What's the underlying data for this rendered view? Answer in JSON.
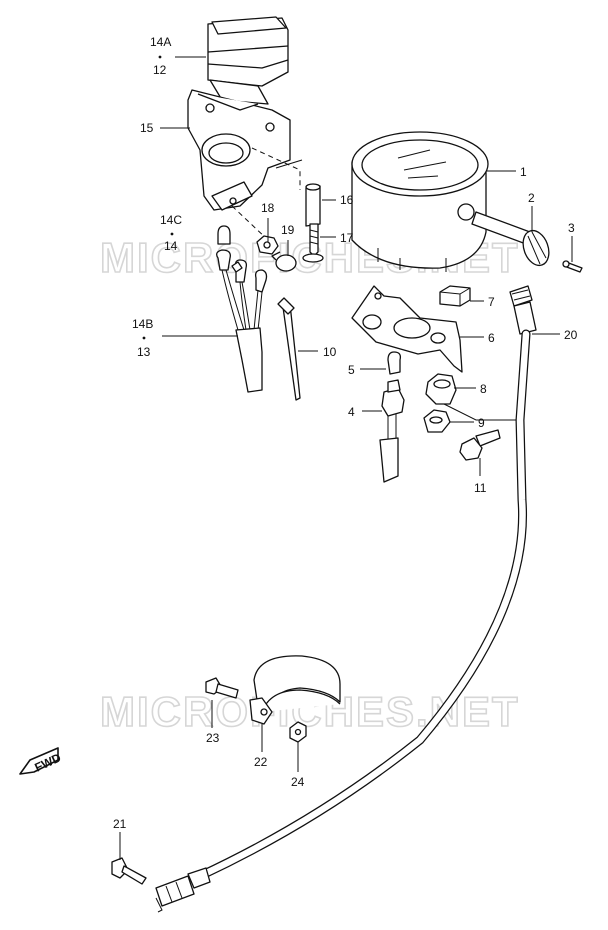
{
  "watermark": "MICROFICHES.NET",
  "fwd_label": "FWD",
  "callouts": {
    "p14A": "14A",
    "p12": "12",
    "p15": "15",
    "p14C": "14C",
    "p14": "14",
    "p14B": "14B",
    "p13": "13",
    "p18": "18",
    "p19": "19",
    "p16": "16",
    "p17": "17",
    "p10": "10",
    "p1": "1",
    "p2": "2",
    "p3": "3",
    "p7": "7",
    "p6": "6",
    "p20": "20",
    "p5": "5",
    "p8": "8",
    "p4": "4",
    "p9": "9",
    "p11": "11",
    "p23": "23",
    "p22": "22",
    "p24": "24",
    "p21": "21"
  }
}
